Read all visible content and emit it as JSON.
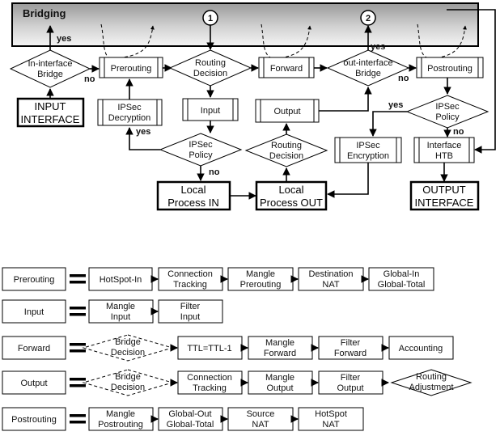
{
  "top": {
    "bridging_label": "Bridging",
    "circle1": "1",
    "circle2": "2",
    "prerouting": "Prerouting",
    "routing_decision": [
      "Routing",
      "Decision"
    ],
    "forward": "Forward",
    "out_bridge": [
      "out-interface",
      "Bridge"
    ],
    "postrouting": "Postrouting",
    "in_bridge": [
      "In-interface",
      "Bridge"
    ],
    "input_interface": [
      "INPUT",
      "INTERFACE"
    ],
    "ipsec_decryption": [
      "IPSec",
      "Decryption"
    ],
    "input": "Input",
    "output": "Output",
    "ipsec_policy_left": [
      "IPSec",
      "Policy"
    ],
    "routing_decision_2": [
      "Routing",
      "Decision"
    ],
    "ipsec_policy_right": [
      "IPSec",
      "Policy"
    ],
    "ipsec_encryption": [
      "IPSec",
      "Encryption"
    ],
    "interface_htb": [
      "Interface",
      "HTB"
    ],
    "local_in": [
      "Local",
      "Process IN"
    ],
    "local_out": [
      "Local",
      "Process OUT"
    ],
    "output_interface": [
      "OUTPUT",
      "INTERFACE"
    ],
    "yes": "yes",
    "no": "no"
  },
  "chains": [
    {
      "name": "Prerouting",
      "steps": [
        [
          "HotSpot-In"
        ],
        [
          "Connection",
          "Tracking"
        ],
        [
          "Mangle",
          "Prerouting"
        ],
        [
          "Destination",
          "NAT"
        ],
        [
          "Global-In",
          "Global-Total"
        ]
      ]
    },
    {
      "name": "Input",
      "steps": [
        [
          "Mangle",
          "Input"
        ],
        [
          "Filter",
          "Input"
        ]
      ]
    },
    {
      "name": "Forward",
      "steps": [
        [
          "Bridge",
          "Decision"
        ],
        [
          "TTL=TTL-1"
        ],
        [
          "Mangle",
          "Forward"
        ],
        [
          "Filter",
          "Forward"
        ],
        [
          "Accounting"
        ]
      ]
    },
    {
      "name": "Output",
      "steps": [
        [
          "Bridge",
          "Decision"
        ],
        [
          "Connection",
          "Tracking"
        ],
        [
          "Mangle",
          "Output"
        ],
        [
          "Filter",
          "Output"
        ],
        [
          "Routing",
          "Adjustment"
        ]
      ]
    },
    {
      "name": "Postrouting",
      "steps": [
        [
          "Mangle",
          "Postrouting"
        ],
        [
          "Global-Out",
          "Global-Total"
        ],
        [
          "Source",
          "NAT"
        ],
        [
          "HotSpot",
          "NAT"
        ]
      ]
    }
  ]
}
